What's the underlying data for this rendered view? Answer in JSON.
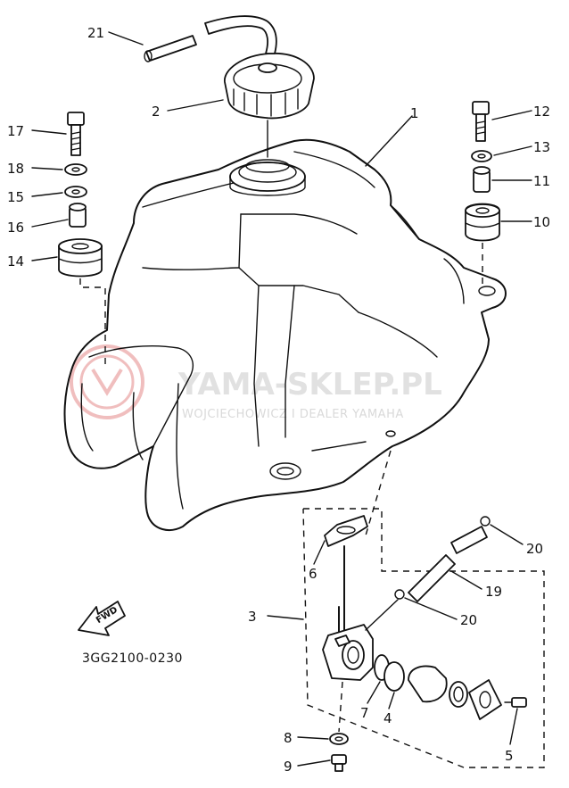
{
  "diagram": {
    "catalog_code": "3GG2100-0230",
    "fwd_label": "FWD",
    "callouts": {
      "c1": "1",
      "c2": "2",
      "c3": "3",
      "c4": "4",
      "c5": "5",
      "c6": "6",
      "c7": "7",
      "c8": "8",
      "c9": "9",
      "c10": "10",
      "c11": "11",
      "c12": "12",
      "c13": "13",
      "c14": "14",
      "c15": "15",
      "c16": "16",
      "c17": "17",
      "c18": "18",
      "c19": "19",
      "c20a": "20",
      "c20b": "20",
      "c21": "21"
    }
  },
  "watermark": {
    "title": "YAMA-SKLEP.PL",
    "subtitle": "WOJCIECHOWICZ I DEALER YAMAHA",
    "color": "#e06060"
  }
}
